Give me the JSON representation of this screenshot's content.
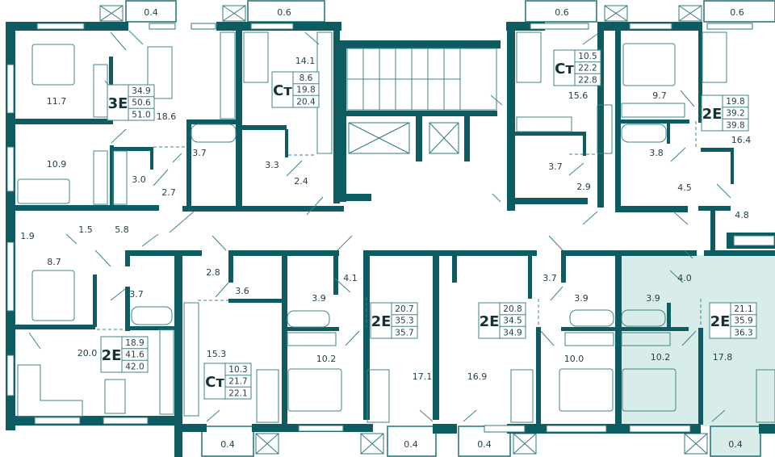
{
  "colors": {
    "wall": "#0c5c61",
    "highlight": "#d8ecea",
    "text": "#1f3f42"
  },
  "units": [
    {
      "type": "3E",
      "living": "34.9",
      "total": "50.6",
      "total_balcony": "51.0"
    },
    {
      "type": "Ст",
      "living": "8.6",
      "total": "19.8",
      "total_balcony": "20.4"
    },
    {
      "type": "Ст",
      "living": "10.5",
      "total": "22.2",
      "total_balcony": "22.8"
    },
    {
      "type": "2E",
      "living": "19.8",
      "total": "39.2",
      "total_balcony": "39.8"
    },
    {
      "type": "2E",
      "living": "18.9",
      "total": "41.6",
      "total_balcony": "42.0"
    },
    {
      "type": "Ст",
      "living": "10.3",
      "total": "21.7",
      "total_balcony": "22.1"
    },
    {
      "type": "2E",
      "living": "20.7",
      "total": "35.3",
      "total_balcony": "35.7"
    },
    {
      "type": "2E",
      "living": "20.8",
      "total": "34.5",
      "total_balcony": "34.9"
    },
    {
      "type": "2E",
      "living": "21.1",
      "total": "35.9",
      "total_balcony": "36.3"
    }
  ],
  "rooms": [
    "0.4",
    "0.6",
    "0.6",
    "0.6",
    "11.7",
    "18.6",
    "14.1",
    "10.9",
    "3.7",
    "3.3",
    "3.0",
    "2.7",
    "2.4",
    "15.6",
    "9.7",
    "3.7",
    "2.9",
    "3.8",
    "16.4",
    "4.5",
    "4.8",
    "1.9",
    "1.5",
    "5.8",
    "8.7",
    "3.7",
    "2.8",
    "3.6",
    "3.9",
    "4.1",
    "20.0",
    "15.3",
    "10.2",
    "0.4",
    "3.7",
    "3.9",
    "3.9",
    "4.0",
    "17.1",
    "16.9",
    "10.0",
    "10.2",
    "17.8",
    "0.4",
    "0.4",
    "0.4"
  ]
}
